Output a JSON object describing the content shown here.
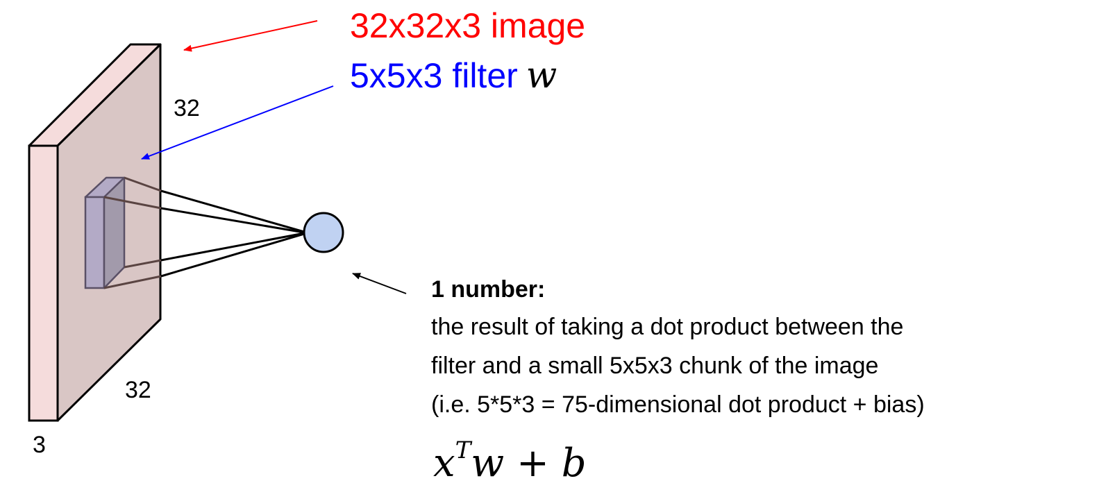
{
  "labels": {
    "image_title": "32x32x3 image",
    "filter_title": "5x5x3 filter",
    "filter_symbol": "w",
    "dim_height": "32",
    "dim_width": "32",
    "dim_depth": "3"
  },
  "description": {
    "heading": "1 number:",
    "lines": [
      "the result of taking a dot product between the",
      "filter and a small 5x5x3 chunk of the image",
      "(i.e. 5*5*3 = 75-dimensional dot product + bias)"
    ]
  },
  "formula": {
    "x": "x",
    "transpose": "T",
    "w": "w",
    "plus": " + ",
    "b": "b"
  },
  "colors": {
    "image_label": "#ff0000",
    "filter_label": "#0000ff",
    "volume_front": "#d9c6c5",
    "volume_edge": "#f5dcdc",
    "filter_face": "#b3aac6",
    "filter_side": "#a29aab",
    "neuron": "#c0d2f2"
  }
}
